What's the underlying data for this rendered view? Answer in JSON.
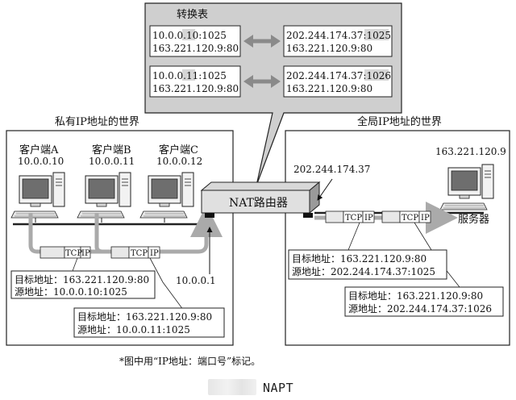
{
  "table": {
    "title": "转换表",
    "row1": {
      "private": {
        "pre": "10.0.0.",
        "hl": "10",
        "post": ":1025"
      },
      "private_dst": "163.221.120.9:80",
      "global": {
        "pre": "202.244.174.37:",
        "hl": "1025"
      },
      "global_dst": "163.221.120.9:80"
    },
    "row2": {
      "private": {
        "pre": "10.0.0.",
        "hl": "11",
        "post": ":1025"
      },
      "private_dst": "163.221.120.9:80",
      "global": {
        "pre": "202.244.174.37:",
        "hl": "1026"
      },
      "global_dst": "163.221.120.9:80"
    }
  },
  "regions": {
    "private_label": "私有IP地址的世界",
    "global_label": "全局IP地址的世界"
  },
  "clients": [
    {
      "name": "客户端A",
      "ip": "10.0.0.10"
    },
    {
      "name": "客户端B",
      "ip": "10.0.0.11"
    },
    {
      "name": "客户端C",
      "ip": "10.0.0.12"
    }
  ],
  "router": {
    "label": "NAT路由器",
    "inner_ip": "10.0.0.1",
    "outer_ip": "202.244.174.37"
  },
  "server": {
    "ip": "163.221.120.9",
    "label": "服务器"
  },
  "packet": {
    "tcp": "TCP",
    "ip": "IP"
  },
  "info_private_1": {
    "dst": "目标地址：163.221.120.9:80",
    "src": "源地址：10.0.0.10:1025"
  },
  "info_private_2": {
    "dst": "目标地址：163.221.120.9:80",
    "src": "源地址：10.0.0.11:1025"
  },
  "info_global_1": {
    "dst": "目标地址：163.221.120.9:80",
    "src": "源地址：202.244.174.37:1025"
  },
  "info_global_2": {
    "dst": "目标地址：163.221.120.9:80",
    "src": "源地址：202.244.174.37:1026"
  },
  "footnote": "*图中用“IP地址：端口号”标记。",
  "caption": "NAPT",
  "colors": {
    "panel": "#cfcfcf",
    "arrow": "#aaaaaa",
    "highlight": "#d6d6d6",
    "packet": "#e8e8e8"
  }
}
